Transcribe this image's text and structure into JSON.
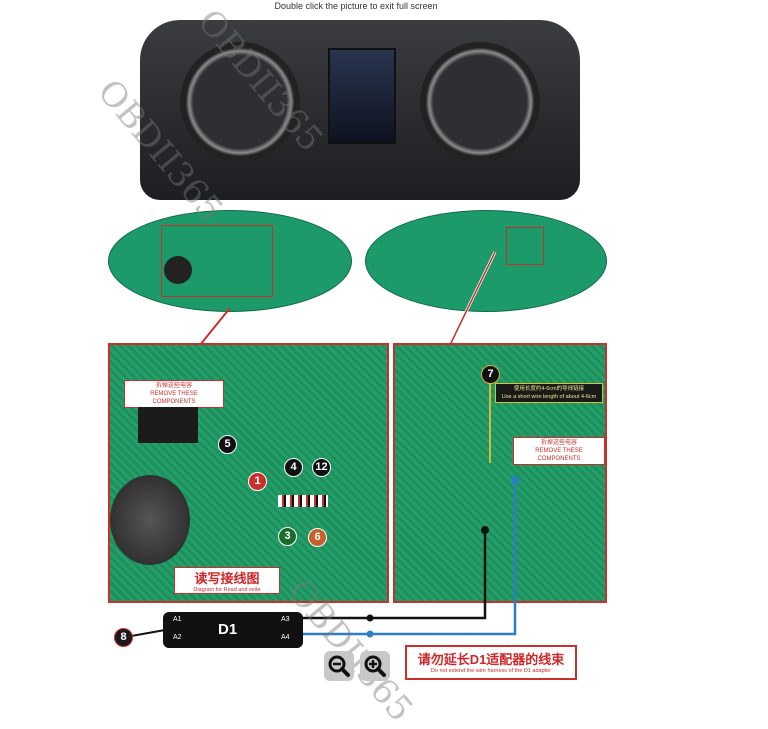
{
  "viewer": {
    "hint": "Double click the picture to exit full screen",
    "zoom_out_icon": "zoom-out-icon",
    "zoom_in_icon": "zoom-in-icon"
  },
  "image": {
    "remove_label_cn": "拆掉这些电容",
    "remove_label_en": "REMOVE THESE COMPONENTS",
    "wire_label_cn": "使用长度约4-6cm的导线链接",
    "wire_label_en": "Use a short wire length of about 4-6cm",
    "diagram_title_cn": "读写接线图",
    "diagram_title_en": "Diagram for Read and write",
    "warning_cn": "请勿延长D1适配器的线束",
    "warning_en": "Do not extend the wire harness of the D1 adapter",
    "adapter_name": "D1",
    "pins": [
      "A1",
      "A2",
      "A3",
      "A4"
    ],
    "markers": [
      "1",
      "4",
      "12",
      "5",
      "3",
      "6",
      "7",
      "8"
    ],
    "watermark": "OBDII365",
    "colors": {
      "pcb": "#1c9a6a",
      "highlight": "#c9302c",
      "wire_blue": "#2b7fc4",
      "wire_yellow": "#d8b73a"
    }
  }
}
